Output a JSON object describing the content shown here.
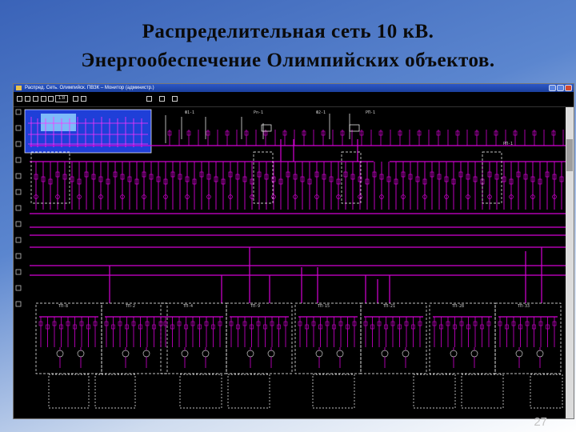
{
  "slide": {
    "title_line1": "Распределительная сеть 10 кВ.",
    "title_line2": "Энергообеспечение Олимпийских объектов.",
    "page_number": "27"
  },
  "app_window": {
    "title": "Распред. Сеть. Олимпийск. ПВЗК – Монитор (администр.)",
    "zoom": "1:8",
    "window_buttons": [
      "minimize",
      "maximize",
      "close"
    ]
  },
  "toolbar": {
    "icons": [
      "open-icon",
      "save-icon",
      "print-icon",
      "zoom-in-icon",
      "zoom-out-icon",
      "pointer-icon",
      "refresh-icon",
      "settings-icon",
      "measure-icon",
      "help-icon"
    ]
  },
  "schematic": {
    "colors": {
      "line": "#d400d4",
      "frame": "#ffffff",
      "minimap_bg": "#1f3fd8",
      "minimap_highlight": "#8fd0ff"
    },
    "upper_labels": [
      "РП-1",
      "Рп-1",
      "РП-1",
      "Ф1-1",
      "Ф2-1"
    ],
    "lower_labels": [
      "ТП-8",
      "ТП-2",
      "ТП-4",
      "ТП-9",
      "ТП-15",
      "ТП-21",
      "ТП-28",
      "ТП-33"
    ]
  }
}
